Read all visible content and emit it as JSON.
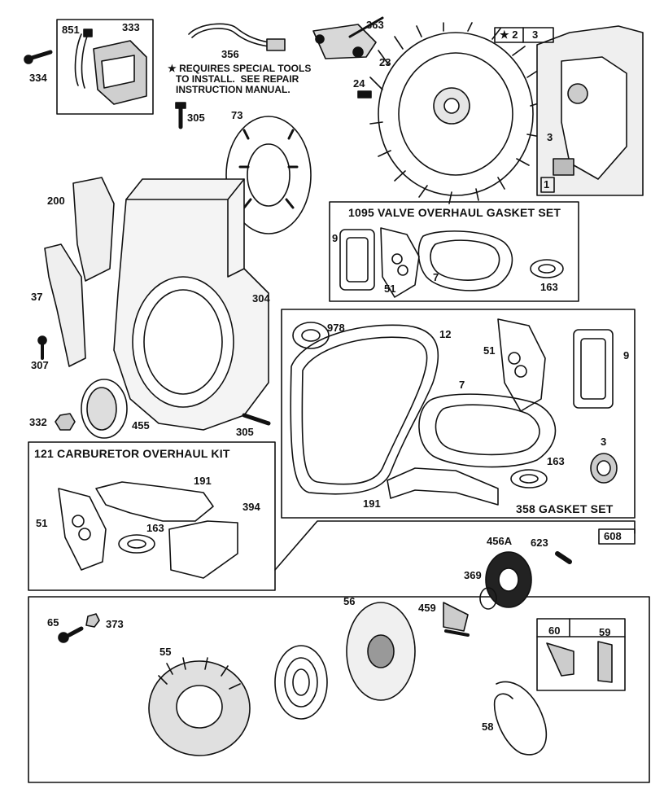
{
  "note": "★ REQUIRES SPECIAL TOOLS\n   TO INSTALL.  SEE REPAIR\n   INSTRUCTION MANUAL.",
  "kits": {
    "valve": "1095 VALVE OVERHAUL GASKET SET",
    "gasket": "358 GASKET SET",
    "carb": "121 CARBURETOR OVERHAUL KIT"
  },
  "box_tags": {
    "ignition_a": "851",
    "ignition_b": "333",
    "star2": "★ 2",
    "three": "3",
    "one": "1",
    "starter": "608",
    "sixty": "60",
    "fiftynine": "59"
  },
  "parts": {
    "p334": "334",
    "p356": "356",
    "p363": "363",
    "p23": "23",
    "p24": "24",
    "p305a": "305",
    "p73": "73",
    "p200": "200",
    "p37": "37",
    "p304": "304",
    "p307": "307",
    "p332": "332",
    "p455": "455",
    "p305b": "305",
    "p3b": "3",
    "v9": "9",
    "v51": "51",
    "v7": "7",
    "v163": "163",
    "g978": "978",
    "g12": "12",
    "g51": "51",
    "g9": "9",
    "g7": "7",
    "g163": "163",
    "g3": "3",
    "g191": "191",
    "c191": "191",
    "c394": "394",
    "c51": "51",
    "c163": "163",
    "s65": "65",
    "s373": "373",
    "s55": "55",
    "s56": "56",
    "s459": "459",
    "s369": "369",
    "s456a": "456A",
    "s623": "623",
    "s58": "58"
  }
}
